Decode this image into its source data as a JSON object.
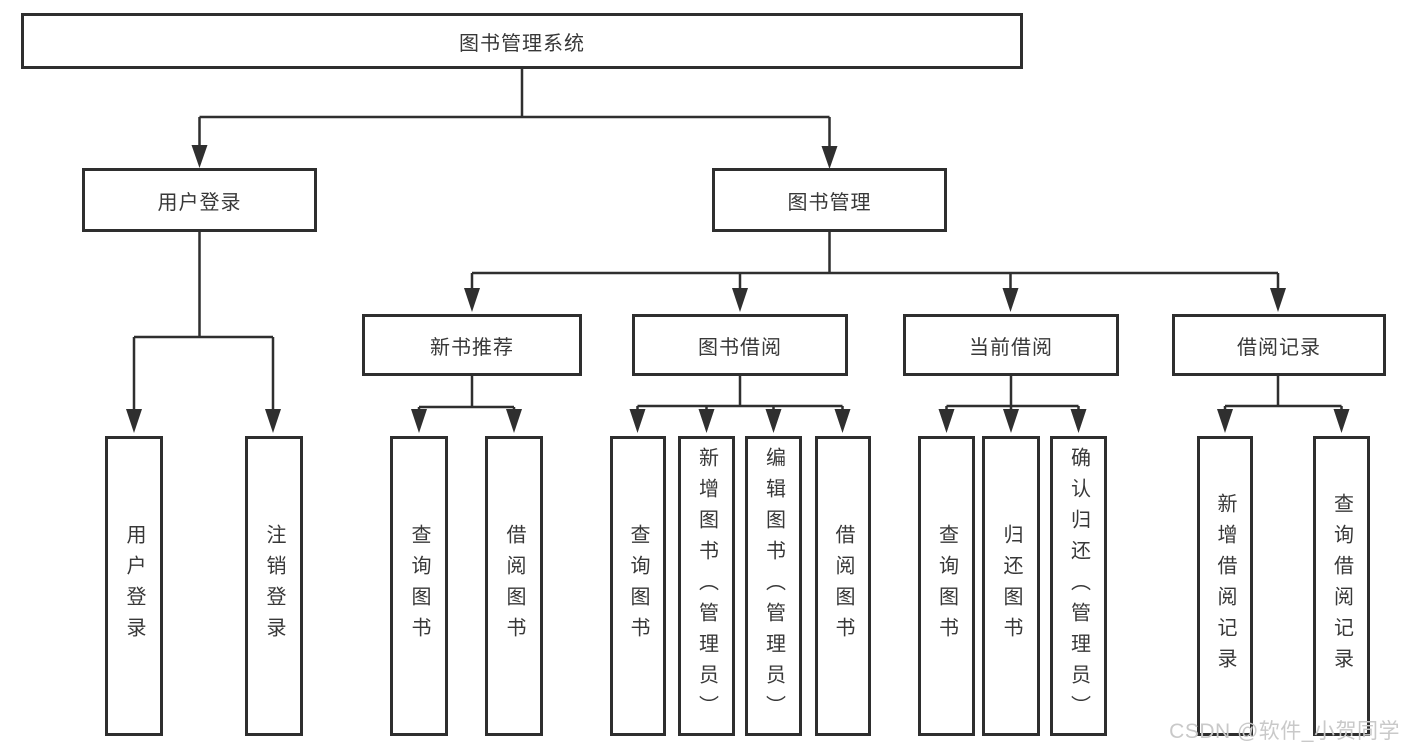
{
  "tree": {
    "label": "图书管理系统",
    "children": [
      {
        "label": "用户登录",
        "children": [
          {
            "label": "用户登录"
          },
          {
            "label": "注销登录"
          }
        ]
      },
      {
        "label": "图书管理",
        "children": [
          {
            "label": "新书推荐",
            "children": [
              {
                "label": "查询图书"
              },
              {
                "label": "借阅图书"
              }
            ]
          },
          {
            "label": "图书借阅",
            "children": [
              {
                "label": "查询图书"
              },
              {
                "label": "新增图书（管理员）"
              },
              {
                "label": "编辑图书（管理员）"
              },
              {
                "label": "借阅图书"
              }
            ]
          },
          {
            "label": "当前借阅",
            "children": [
              {
                "label": "查询图书"
              },
              {
                "label": "归还图书"
              },
              {
                "label": "确认归还（管理员）"
              }
            ]
          },
          {
            "label": "借阅记录",
            "children": [
              {
                "label": "新增借阅记录"
              },
              {
                "label": "查询借阅记录"
              }
            ]
          }
        ]
      }
    ]
  },
  "watermark": {
    "text": "CSDN @软件_小贺同学"
  },
  "colors": {
    "line": "#2f2f2f",
    "box_border": "#2e2e2e",
    "text": "#383838",
    "watermark": "#c9c9c9",
    "background": "#ffffff"
  }
}
